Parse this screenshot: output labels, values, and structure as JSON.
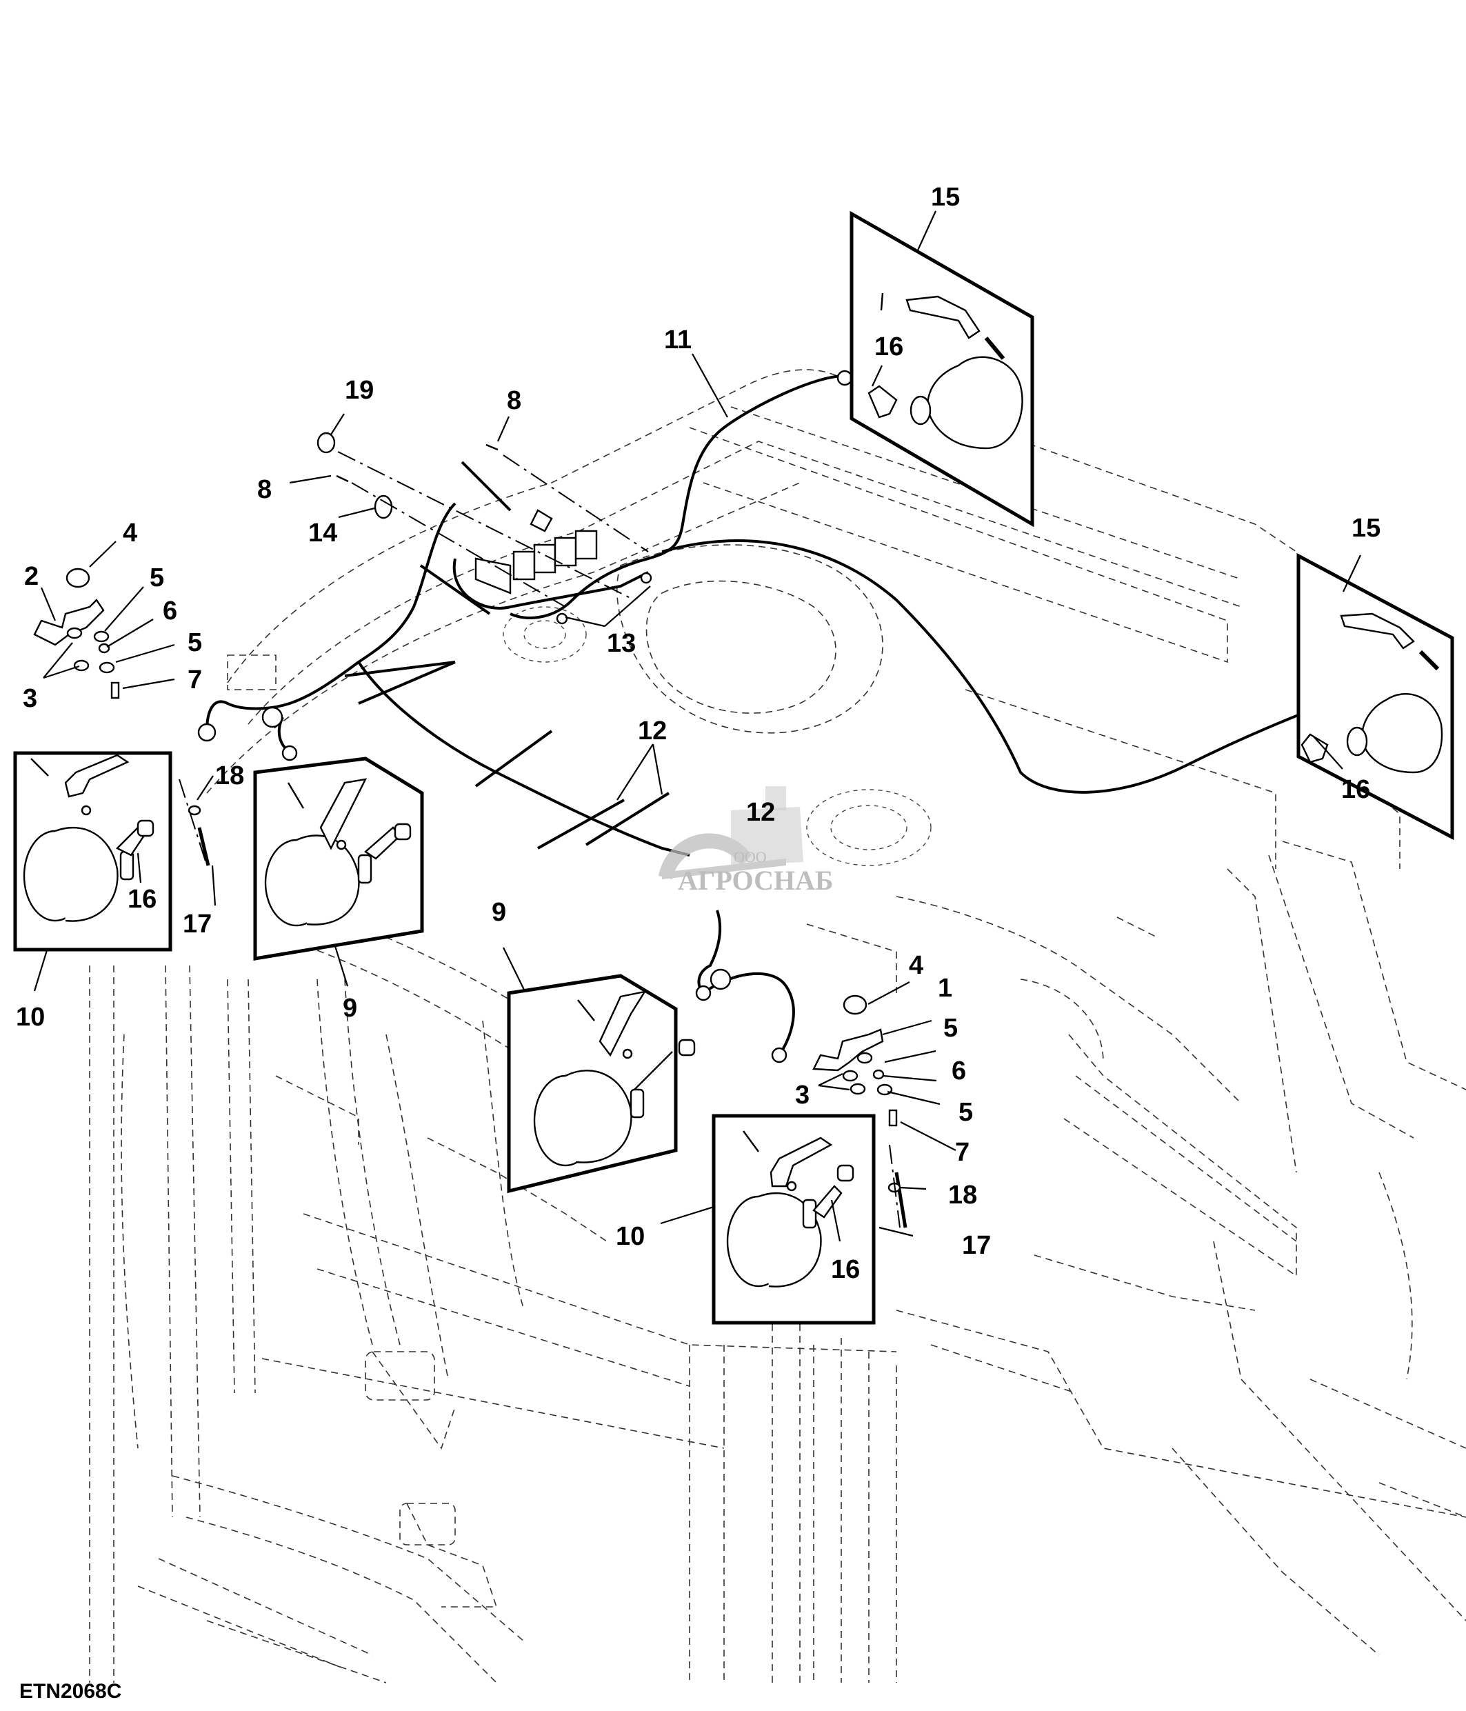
{
  "figure_id": "ETN2068C",
  "watermark": {
    "prefix": "ООО",
    "name": "АГРОСНАБ"
  },
  "callouts": {
    "c1": "1",
    "c2": "2",
    "c3_left": "3",
    "c3_right": "3",
    "c4_left": "4",
    "c4_right": "4",
    "c5_left_a": "5",
    "c5_left_b": "5",
    "c5_right_a": "5",
    "c5_right_b": "5",
    "c6_left": "6",
    "c6_right": "6",
    "c7_left": "7",
    "c7_right": "7",
    "c8_top": "8",
    "c8_left": "8",
    "c9_left": "9",
    "c9_center": "9",
    "c10_left": "10",
    "c10_right": "10",
    "c11": "11",
    "c12_a": "12",
    "c12_b": "12",
    "c13": "13",
    "c14": "14",
    "c15_top": "15",
    "c15_right": "15",
    "c16_top": "16",
    "c16_right": "16",
    "c16_left": "16",
    "c16_bottom": "16",
    "c17_left": "17",
    "c17_right": "17",
    "c18_left": "18",
    "c18_right": "18",
    "c19": "19"
  }
}
